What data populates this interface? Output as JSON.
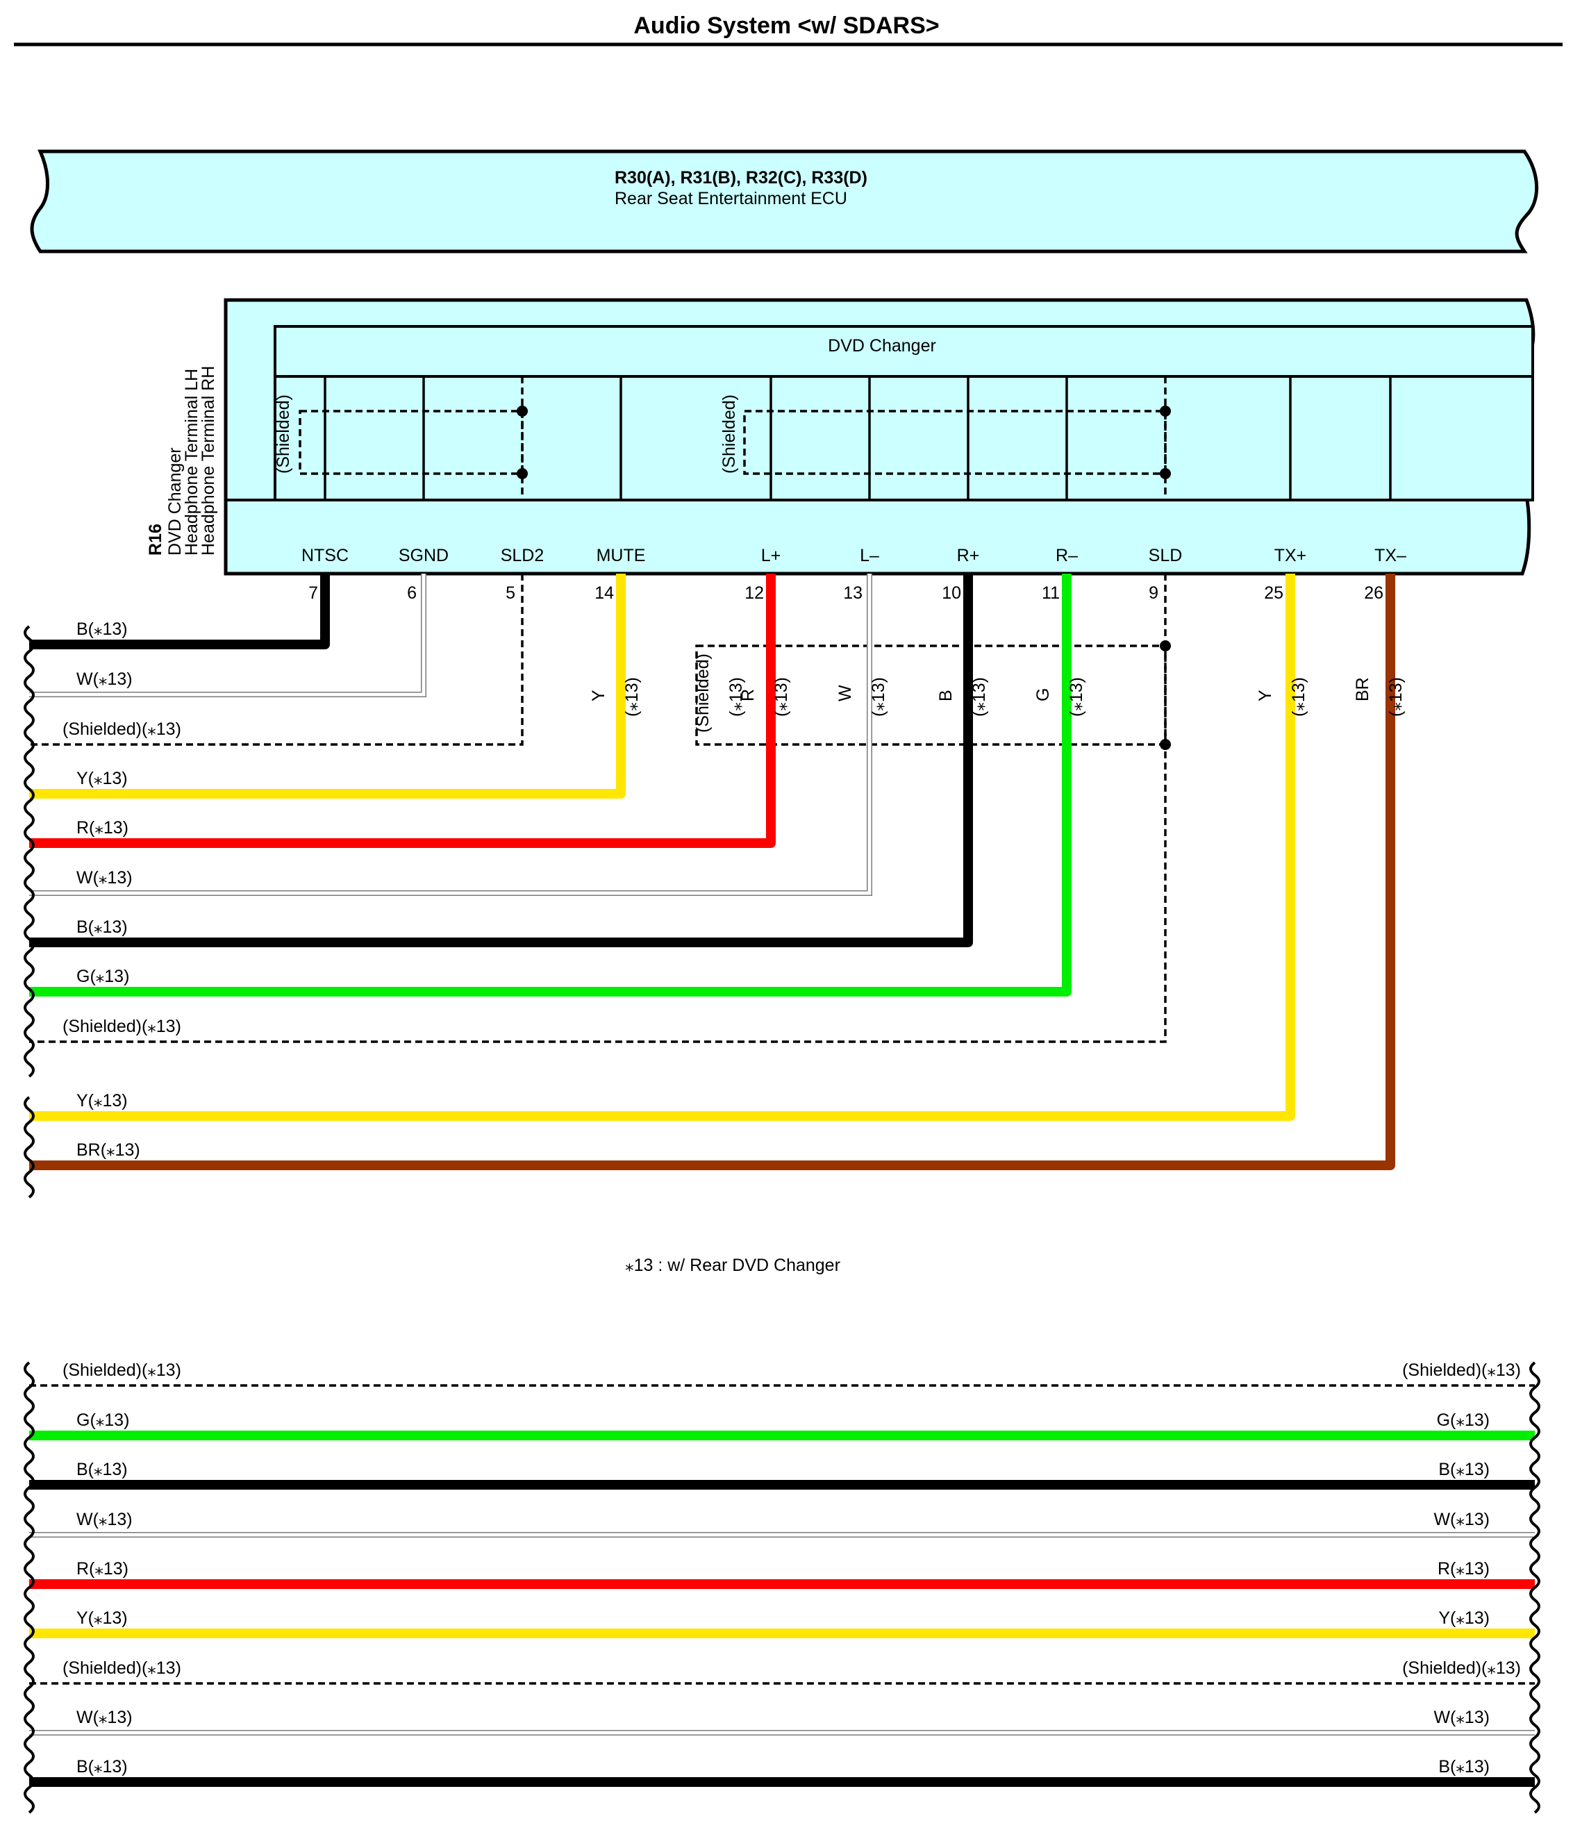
{
  "title": "Audio System <w/ SDARS>",
  "ecu": {
    "codes": "R30(A), R31(B), R32(C), R33(D)",
    "name": "Rear Seat Entertainment ECU"
  },
  "connector": {
    "code": "R16",
    "lines": [
      "DVD Changer",
      "Headphone Terminal LH",
      "Headphone Terminal RH"
    ],
    "inner_title": "DVD Changer",
    "shielded_label": "(Shielded)"
  },
  "colors": {
    "box_fill": "#ccffff",
    "B": "#000000",
    "W": "#ffffff",
    "Y": "#ffe600",
    "R": "#ff0000",
    "G": "#00ee00",
    "BR": "#993300"
  },
  "pins": [
    {
      "name": "NTSC",
      "number": "7",
      "color": "B"
    },
    {
      "name": "SGND",
      "number": "6",
      "color": "W"
    },
    {
      "name": "SLD2",
      "number": "5",
      "color": "shield"
    },
    {
      "name": "MUTE",
      "number": "14",
      "color": "Y"
    },
    {
      "name": "L+",
      "number": "12",
      "color": "R"
    },
    {
      "name": "L–",
      "number": "13",
      "color": "W"
    },
    {
      "name": "R+",
      "number": "10",
      "color": "B"
    },
    {
      "name": "R–",
      "number": "11",
      "color": "G"
    },
    {
      "name": "SLD",
      "number": "9",
      "color": "shield"
    },
    {
      "name": "TX+",
      "number": "25",
      "color": "Y"
    },
    {
      "name": "TX–",
      "number": "26",
      "color": "BR"
    }
  ],
  "vertical_labels": [
    {
      "text": "Y",
      "sub": "(⁎13)"
    },
    {
      "text": "(Shielded)",
      "sub": "(⁎13)"
    },
    {
      "text": "R",
      "sub": "(⁎13)"
    },
    {
      "text": "W",
      "sub": "(⁎13)"
    },
    {
      "text": "B",
      "sub": "(⁎13)"
    },
    {
      "text": "G",
      "sub": "(⁎13)"
    },
    {
      "text": "Y",
      "sub": "(⁎13)"
    },
    {
      "text": "BR",
      "sub": "(⁎13)"
    }
  ],
  "left_wires": [
    {
      "label": "B(⁎13)",
      "color": "B"
    },
    {
      "label": "W(⁎13)",
      "color": "W"
    },
    {
      "label": "(Shielded)(⁎13)",
      "color": "shield"
    },
    {
      "label": "Y(⁎13)",
      "color": "Y"
    },
    {
      "label": "R(⁎13)",
      "color": "R"
    },
    {
      "label": "W(⁎13)",
      "color": "W"
    },
    {
      "label": "B(⁎13)",
      "color": "B"
    },
    {
      "label": "G(⁎13)",
      "color": "G"
    },
    {
      "label": "(Shielded)(⁎13)",
      "color": "shield"
    },
    {
      "label": "Y(⁎13)",
      "color": "Y"
    },
    {
      "label": "BR(⁎13)",
      "color": "BR"
    }
  ],
  "footnote": "⁎13 : w/ Rear DVD Changer",
  "bottom_wires": [
    {
      "label": "(Shielded)(⁎13)",
      "color": "shield"
    },
    {
      "label": "G(⁎13)",
      "color": "G"
    },
    {
      "label": "B(⁎13)",
      "color": "B"
    },
    {
      "label": "W(⁎13)",
      "color": "W"
    },
    {
      "label": "R(⁎13)",
      "color": "R"
    },
    {
      "label": "Y(⁎13)",
      "color": "Y"
    },
    {
      "label": "(Shielded)(⁎13)",
      "color": "shield"
    },
    {
      "label": "W(⁎13)",
      "color": "W"
    },
    {
      "label": "B(⁎13)",
      "color": "B"
    }
  ]
}
